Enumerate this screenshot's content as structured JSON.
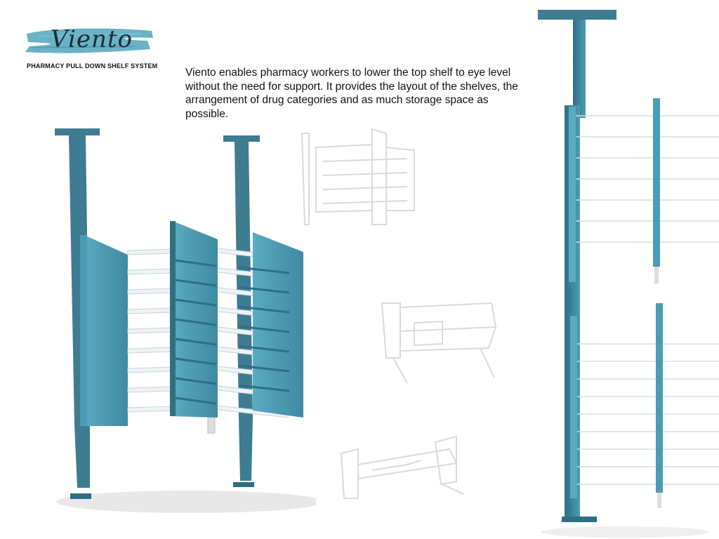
{
  "brand": {
    "logo_text": "Viento",
    "subtitle": "PHARMACY PULL DOWN SHELF SYSTEM"
  },
  "description": "Viento enables pharmacy workers to lower the top shelf to eye level without the need for support.  It provides the layout of the shelves, the arrangement of drug categories and as much storage space as possible.",
  "colors": {
    "accent": "#4a9db4",
    "panel": "#5aaac0",
    "panel_dark": "#2e6f85",
    "column": "#3e7c92",
    "sketch": "#d9d9d9",
    "text": "#111111"
  },
  "icons": [
    "brush-stroke-logo"
  ]
}
